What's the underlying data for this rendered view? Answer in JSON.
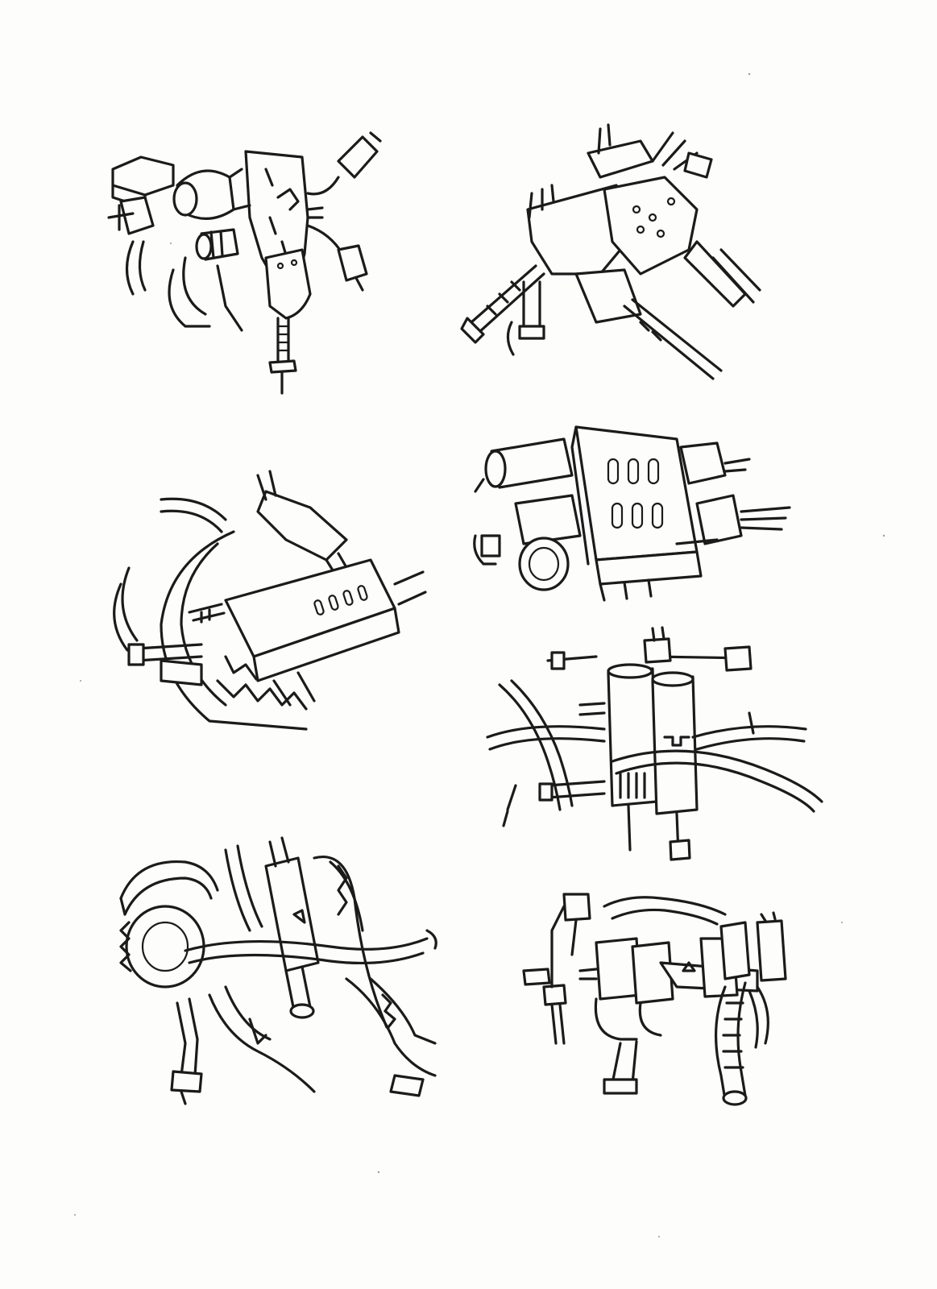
{
  "sheet": {
    "background": "#fdfdfc",
    "ink_color": "#1b1b1b"
  },
  "sketches": [
    {
      "id": "sketch-1",
      "subject": "mechanical-contraption"
    },
    {
      "id": "sketch-2",
      "subject": "mechanical-contraption"
    },
    {
      "id": "sketch-3",
      "subject": "mechanical-contraption"
    },
    {
      "id": "sketch-4",
      "subject": "mechanical-contraption"
    },
    {
      "id": "sketch-5",
      "subject": "mechanical-contraption"
    },
    {
      "id": "sketch-6",
      "subject": "mechanical-contraption"
    },
    {
      "id": "sketch-7",
      "subject": "mechanical-contraption"
    }
  ]
}
